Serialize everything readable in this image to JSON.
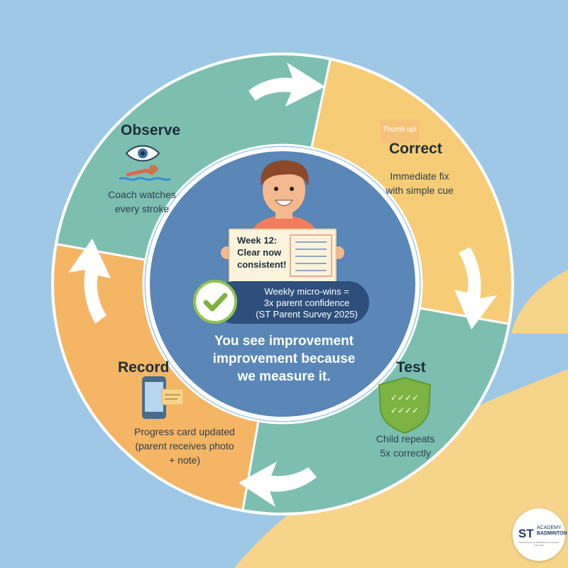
{
  "colors": {
    "background": "#9ec8e6",
    "background_blob": "#f6d48a",
    "observe_segment": "#7cbfb1",
    "correct_segment": "#f6cd76",
    "test_segment": "#7cbfb1",
    "record_segment": "#f4b565",
    "center_circle": "#5a86b8",
    "pill": "#2e4e7c",
    "check": "#7cb342"
  },
  "segments": {
    "observe": {
      "title": "Observe",
      "description": "Coach watches\nevery stroke",
      "icons": [
        "eye-icon",
        "swimmer-icon"
      ]
    },
    "correct": {
      "title": "Correct",
      "description": "Immediate fix\nwith simple cue",
      "badge": "Thumb up!"
    },
    "test": {
      "title": "Test",
      "description": "Child repeats\n5x correctly",
      "icons": [
        "shield-checklist-icon"
      ]
    },
    "record": {
      "title": "Record",
      "description": "Progress card updated\n(parent receives photo\n+ note)",
      "icons": [
        "phone-card-icon"
      ]
    }
  },
  "center": {
    "card_text": "Week 12:\nClear now\nconsistent!",
    "stat_text": "Weekly micro-wins =\n3x parent confidence\n(ST Parent Survey 2025)",
    "tagline": "You see improvement\nimprovement because\nwe measure it."
  },
  "logo": {
    "st": "ST",
    "academy": "ACADEMY",
    "badminton": "BADMINTON",
    "subtitle": "PROFESSIONAL BADMINTON CLASSES FOR KIDS"
  }
}
